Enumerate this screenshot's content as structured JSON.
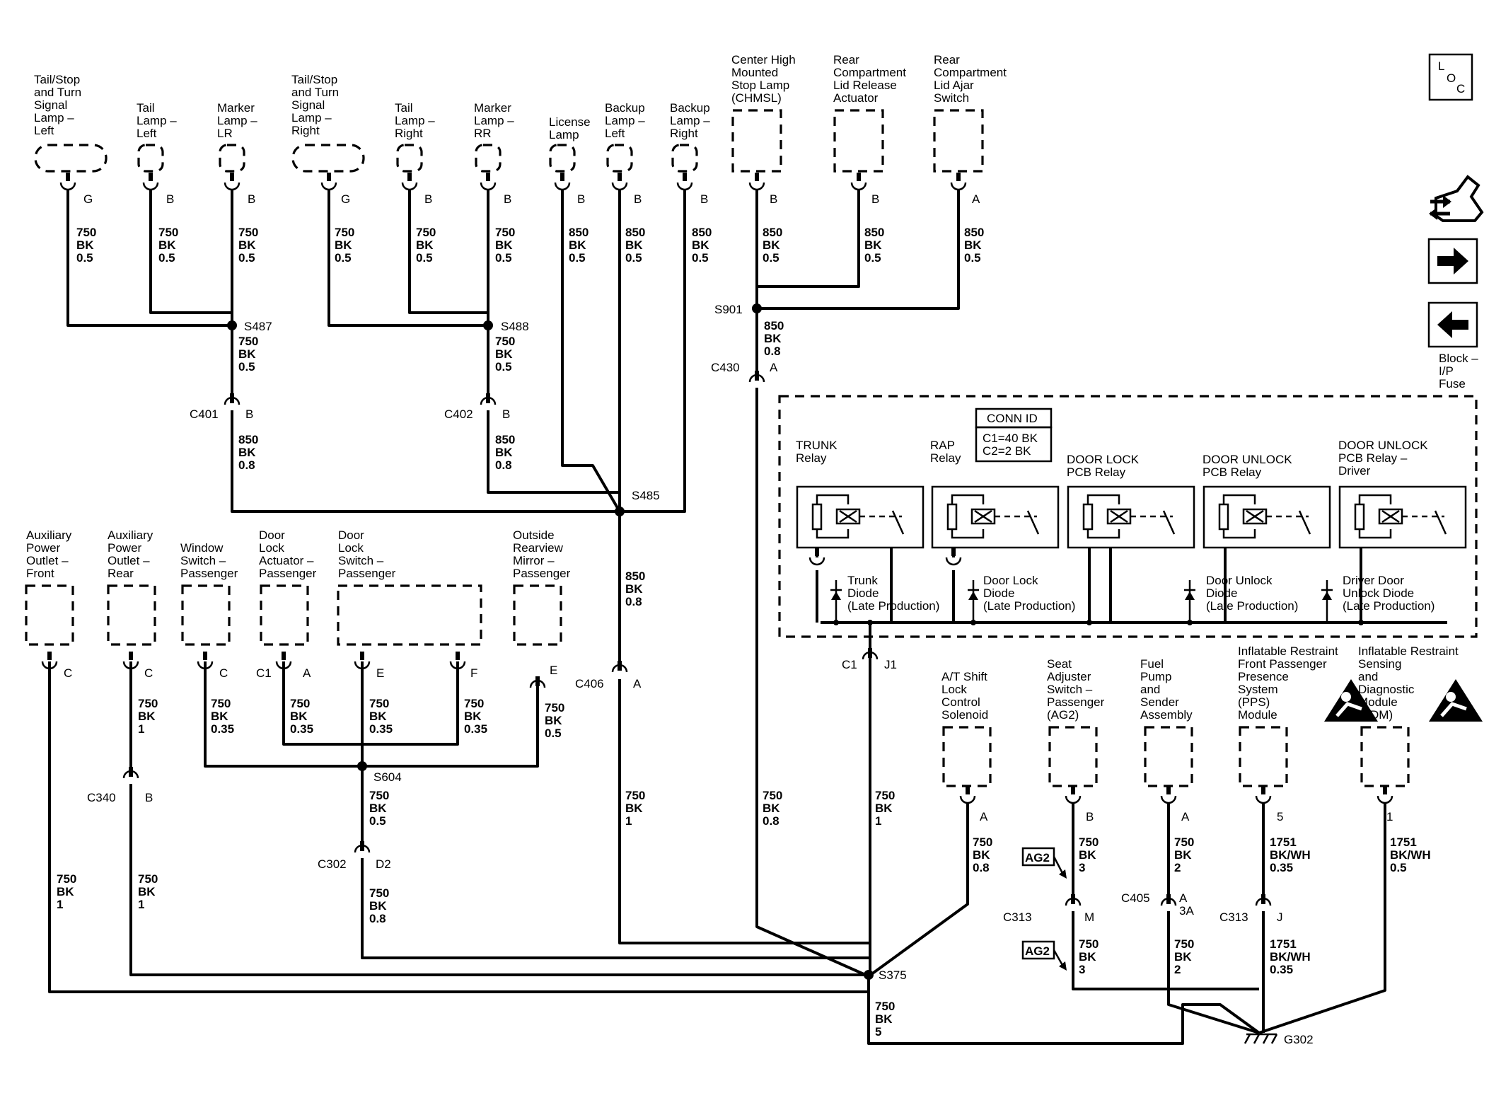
{
  "components": [
    {
      "id": "tail_stop_left",
      "name": "Tail/Stop\nand Turn\nSignal\nLamp –\nLeft",
      "pin": "G",
      "wire": [
        "750",
        "BK",
        "0.5"
      ]
    },
    {
      "id": "tail_lamp_left",
      "name": "Tail\nLamp –\nLeft",
      "pin": "B",
      "wire": [
        "750",
        "BK",
        "0.5"
      ]
    },
    {
      "id": "marker_lr",
      "name": "Marker\nLamp –\nLR",
      "pin": "B",
      "wire": [
        "750",
        "BK",
        "0.5"
      ]
    },
    {
      "id": "tail_stop_right",
      "name": "Tail/Stop\nand Turn\nSignal\nLamp –\nRight",
      "pin": "G",
      "wire": [
        "750",
        "BK",
        "0.5"
      ]
    },
    {
      "id": "tail_lamp_right",
      "name": "Tail\nLamp –\nRight",
      "pin": "B",
      "wire": [
        "750",
        "BK",
        "0.5"
      ]
    },
    {
      "id": "marker_rr",
      "name": "Marker\nLamp –\nRR",
      "pin": "B",
      "wire": [
        "750",
        "BK",
        "0.5"
      ]
    },
    {
      "id": "license",
      "name": "License\nLamp",
      "pin": "B",
      "wire": [
        "850",
        "BK",
        "0.5"
      ]
    },
    {
      "id": "backup_left",
      "name": "Backup\nLamp –\nLeft",
      "pin": "B",
      "wire": [
        "850",
        "BK",
        "0.5"
      ]
    },
    {
      "id": "backup_right",
      "name": "Backup\nLamp –\nRight",
      "pin": "B",
      "wire": [
        "850",
        "BK",
        "0.5"
      ]
    },
    {
      "id": "chmsl",
      "name": "Center High\nMounted\nStop Lamp\n(CHMSL)",
      "pin": "B",
      "wire": [
        "850",
        "BK",
        "0.5"
      ]
    },
    {
      "id": "lid_release",
      "name": "Rear\nCompartment\nLid Release\nActuator",
      "pin": "B",
      "wire": [
        "850",
        "BK",
        "0.5"
      ]
    },
    {
      "id": "lid_ajar",
      "name": "Rear\nCompartment\nLid Ajar\nSwitch",
      "pin": "A",
      "wire": [
        "850",
        "BK",
        "0.5"
      ]
    },
    {
      "id": "aux_front",
      "name": "Auxiliary\nPower\nOutlet –\nFront",
      "pin": "C",
      "wire": [
        "750",
        "BK",
        "1"
      ]
    },
    {
      "id": "aux_rear",
      "name": "Auxiliary\nPower\nOutlet –\nRear",
      "pin": "C",
      "wire": [
        "750",
        "BK",
        "1"
      ]
    },
    {
      "id": "window_sw",
      "name": "Window\nSwitch –\nPassenger",
      "pin": "C",
      "wire": [
        "750",
        "BK",
        "0.35"
      ]
    },
    {
      "id": "door_lock_act",
      "name": "Door\nLock\nActuator –\nPassenger",
      "pin": "A",
      "wire": [
        "750",
        "BK",
        "0.35"
      ]
    },
    {
      "id": "door_lock_sw",
      "name": "Door\nLock\nSwitch –\nPassenger",
      "pin": "E",
      "wire": [
        "750",
        "BK",
        "0.35"
      ]
    },
    {
      "id": "door_lock_sw_f",
      "name": "",
      "pin": "F",
      "wire": [
        "750",
        "BK",
        "0.35"
      ]
    },
    {
      "id": "mirror",
      "name": "Outside\nRearview\nMirror –\nPassenger",
      "pin": "E",
      "wire": [
        "750",
        "BK",
        "0.5"
      ]
    },
    {
      "id": "shift_lock",
      "name": "A/T Shift\nLock\nControl\nSolenoid",
      "pin": "A",
      "wire": [
        "750",
        "BK",
        "0.8"
      ]
    },
    {
      "id": "seat_adj",
      "name": "Seat\nAdjuster\nSwitch –\nPassenger\n(AG2)",
      "pin": "B",
      "wire": [
        "750",
        "BK",
        "3"
      ]
    },
    {
      "id": "fuel_pump",
      "name": "Fuel\nPump\nand\nSender\nAssembly",
      "pin": "A",
      "wire": [
        "750",
        "BK",
        "2"
      ]
    },
    {
      "id": "pps",
      "name": "Inflatable Restraint\nFront Passenger\nPresence\nSystem\n(PPS)\nModule",
      "pin": "5",
      "wire": [
        "1751",
        "BK/WH",
        "0.35"
      ]
    },
    {
      "id": "sdm",
      "name": "Inflatable Restraint\nSensing\nand\nDiagnostic\nModule\n(SDM)",
      "pin": "1",
      "wire": [
        "1751",
        "BK/WH",
        "0.5"
      ]
    }
  ],
  "splices": [
    {
      "id": "S487",
      "label": "S487",
      "wire_out": [
        "750",
        "BK",
        "0.5"
      ]
    },
    {
      "id": "S488",
      "label": "S488",
      "wire_out": [
        "750",
        "BK",
        "0.5"
      ]
    },
    {
      "id": "S485",
      "label": "S485",
      "wire_out": [
        "850",
        "BK",
        "0.8"
      ]
    },
    {
      "id": "S901",
      "label": "S901",
      "wire_out": [
        "850",
        "BK",
        "0.8"
      ]
    },
    {
      "id": "S604",
      "label": "S604",
      "wire_out": [
        "750",
        "BK",
        "0.5"
      ]
    },
    {
      "id": "S375",
      "label": "S375",
      "wire_out": [
        "750",
        "BK",
        "5"
      ]
    }
  ],
  "connectors": [
    {
      "id": "C401",
      "label": "C401",
      "pin": "B",
      "wire_after": [
        "850",
        "BK",
        "0.8"
      ]
    },
    {
      "id": "C402",
      "label": "C402",
      "pin": "B",
      "wire_after": [
        "850",
        "BK",
        "0.8"
      ]
    },
    {
      "id": "C430",
      "label": "C430",
      "pin": "A",
      "wire_after": [
        "750",
        "BK",
        "0.8"
      ]
    },
    {
      "id": "C406",
      "label": "C406",
      "pin": "A",
      "wire_after": [
        "750",
        "BK",
        "1"
      ]
    },
    {
      "id": "C340",
      "label": "C340",
      "pin": "B",
      "wire_after": [
        "750",
        "BK",
        "1"
      ]
    },
    {
      "id": "C302",
      "label": "C302",
      "pin": "D2",
      "wire_after": [
        "750",
        "BK",
        "0.8"
      ]
    },
    {
      "id": "C313a",
      "label": "C313",
      "pin": "M",
      "wire_after": [
        "750",
        "BK",
        "3"
      ]
    },
    {
      "id": "C405",
      "label": "C405",
      "pin": "A\n3A",
      "wire_after": [
        "750",
        "BK",
        "2"
      ]
    },
    {
      "id": "C313b",
      "label": "C313",
      "pin": "J",
      "wire_after": [
        "1751",
        "BK/WH",
        "0.35"
      ]
    },
    {
      "id": "C1J1",
      "label": "C1",
      "pin": "J1",
      "wire_after": [
        "750",
        "BK",
        "1"
      ]
    },
    {
      "id": "C1A",
      "label": "C1",
      "pin": "A",
      "wire_after": [
        "750",
        "BK",
        "0.35"
      ]
    }
  ],
  "fuse_block": {
    "title": "Block –\nI/P\nFuse",
    "conn_id_title": "CONN ID",
    "conn_id_lines": [
      "C1=40 BK",
      "C2=2 BK"
    ],
    "relays": [
      {
        "name": "TRUNK\nRelay",
        "diode": "Trunk\nDiode\n(Late Production)"
      },
      {
        "name": "RAP\nRelay",
        "diode": "Door Lock\nDiode\n(Late Production)"
      },
      {
        "name": "DOOR LOCK\nPCB Relay",
        "diode": ""
      },
      {
        "name": "DOOR UNLOCK\nPCB Relay",
        "diode": "Door Unlock\nDiode\n(Late Production)"
      },
      {
        "name": "DOOR UNLOCK\nPCB Relay –\nDriver",
        "diode": "Driver Door\nUnlock Diode\n(Late Production)"
      }
    ]
  },
  "ground": {
    "label": "G302"
  },
  "ag2_tag": "AG2",
  "loc_icon": {
    "letters": [
      "L",
      "O",
      "C"
    ]
  },
  "nav": {
    "next_icon": "right-arrow-icon",
    "prev_icon": "left-arrow-icon",
    "tool_icon": "wrench-car-icon"
  }
}
